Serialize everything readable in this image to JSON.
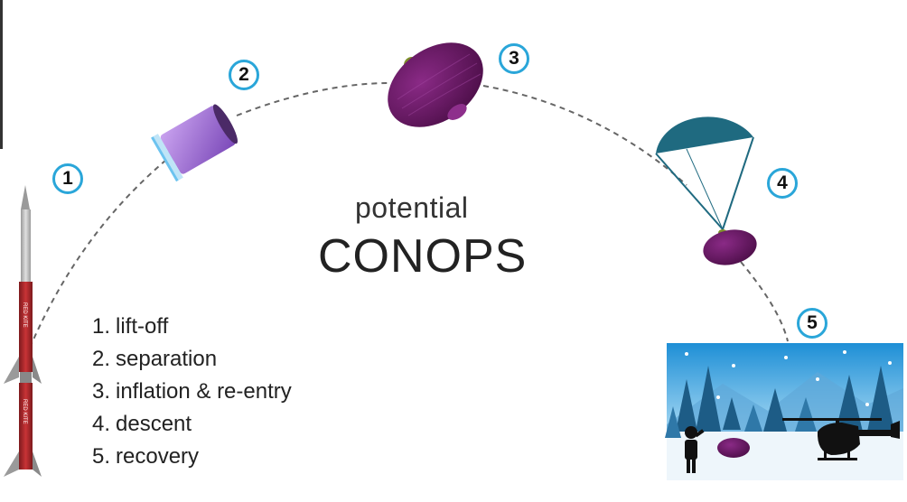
{
  "title": {
    "line1": "potential",
    "line2": "CONOPS"
  },
  "rocket_label": "RED KITE",
  "steps": [
    {
      "num": "1",
      "label": "1.",
      "text": "lift-off"
    },
    {
      "num": "2",
      "label": "2.",
      "text": "separation"
    },
    {
      "num": "3",
      "label": "3.",
      "text": "inflation & re-entry"
    },
    {
      "num": "4",
      "label": "4.",
      "text": "descent"
    },
    {
      "num": "5",
      "label": "5.",
      "text": "recovery"
    }
  ],
  "colors": {
    "badge_ring": "#2aa6d9",
    "capsule_purple": "#6b1a66",
    "parachute": "#1f6a80",
    "rocket_red": "#b5282c",
    "trajectory": "#666666"
  }
}
